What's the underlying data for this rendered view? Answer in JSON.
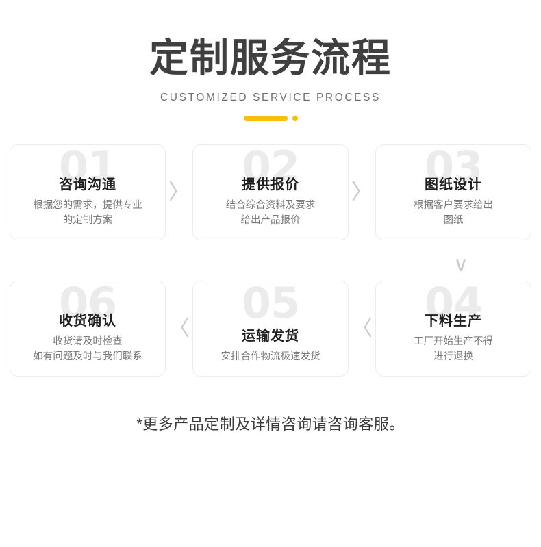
{
  "header": {
    "title": "定制服务流程",
    "subtitle": "CUSTOMIZED SERVICE PROCESS",
    "accent_color": "#FBBE0B"
  },
  "flow": {
    "row_one": [
      {
        "number": "01",
        "title": "咨询沟通",
        "desc_line1": "根据您的需求，提供专业",
        "desc_line2": "的定制方案"
      },
      {
        "number": "02",
        "title": "提供报价",
        "desc_line1": "结合综合资料及要求",
        "desc_line2": "给出产品报价"
      },
      {
        "number": "03",
        "title": "图纸设计",
        "desc_line1": "根据客户要求给出",
        "desc_line2": "图纸"
      }
    ],
    "row_two": [
      {
        "number": "06",
        "title": "收货确认",
        "desc_line1": "收货请及时检查",
        "desc_line2": "如有问题及时与我们联系"
      },
      {
        "number": "05",
        "title": "运输发货",
        "desc_line1": "安排合作物流极速发货",
        "desc_line2": ""
      },
      {
        "number": "04",
        "title": "下料生产",
        "desc_line1": "工厂开始生产不得",
        "desc_line2": "进行退换"
      }
    ],
    "connectors": {
      "row_one_first": "〉",
      "row_one_second": "〉",
      "row_two_first": "〈",
      "row_two_second": "〈",
      "vertical": "∨"
    }
  },
  "footer": {
    "note": "*更多产品定制及详情咨询请咨询客服。"
  }
}
